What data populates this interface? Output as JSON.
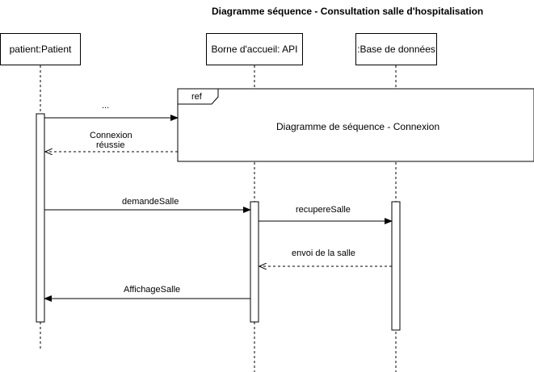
{
  "title": "Diagramme séquence - Consultation salle d'hospitalisation",
  "participants": {
    "patient": "patient:Patient",
    "borne": "Borne d'accueil: API",
    "bdd": ":Base de données"
  },
  "ref_frame": {
    "tag": "ref",
    "label": "Diagramme de séquence - Connexion"
  },
  "messages": {
    "m1": "...",
    "m2_line1": "Connexion",
    "m2_line2": "réussie",
    "m3": "demandeSalle",
    "m4": "recupereSalle",
    "m5": "envoi de la salle",
    "m6": "AffichageSalle"
  }
}
